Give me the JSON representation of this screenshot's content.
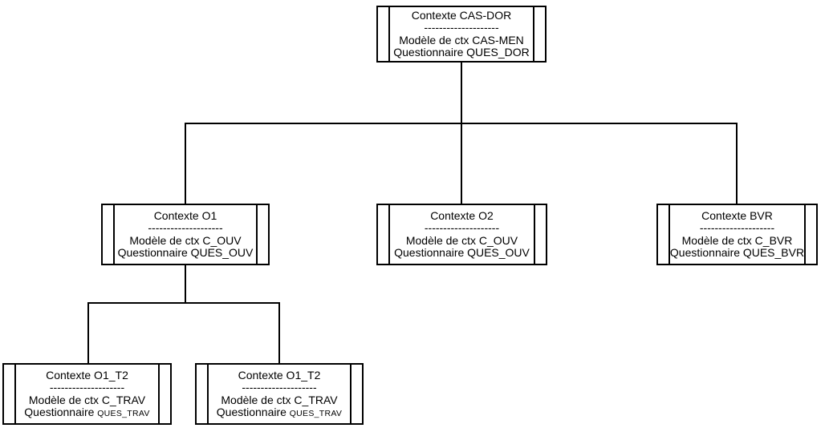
{
  "colors": {
    "line": "#000000",
    "background": "#ffffff",
    "text": "#000000"
  },
  "nodes": {
    "root": {
      "title": "Contexte CAS-DOR",
      "separator": "--------------------",
      "model_line": "Modèle de ctx CAS-MEN",
      "questionnaire_label": "Questionnaire",
      "questionnaire_value": "QUES_DOR"
    },
    "o1": {
      "title": "Contexte O1",
      "separator": "--------------------",
      "model_line": "Modèle de ctx C_OUV",
      "questionnaire_label": "Questionnaire",
      "questionnaire_value": "QUES_OUV"
    },
    "o2": {
      "title": "Contexte O2",
      "separator": "--------------------",
      "model_line": "Modèle de ctx C_OUV",
      "questionnaire_label": "Questionnaire",
      "questionnaire_value": "QUES_OUV"
    },
    "bvr": {
      "title": "Contexte BVR",
      "separator": "--------------------",
      "model_line": "Modèle de ctx C_BVR",
      "questionnaire_label": "Questionnaire",
      "questionnaire_value": "QUES_BVR"
    },
    "t2a": {
      "title": "Contexte O1_T2",
      "separator": "--------------------",
      "model_line": "Modèle de ctx C_TRAV",
      "questionnaire_label": "Questionnaire",
      "questionnaire_value": "QUES_TRAV"
    },
    "t2b": {
      "title": "Contexte O1_T2",
      "separator": "--------------------",
      "model_line": "Modèle de ctx C_TRAV",
      "questionnaire_label": "Questionnaire",
      "questionnaire_value": "QUES_TRAV"
    }
  }
}
